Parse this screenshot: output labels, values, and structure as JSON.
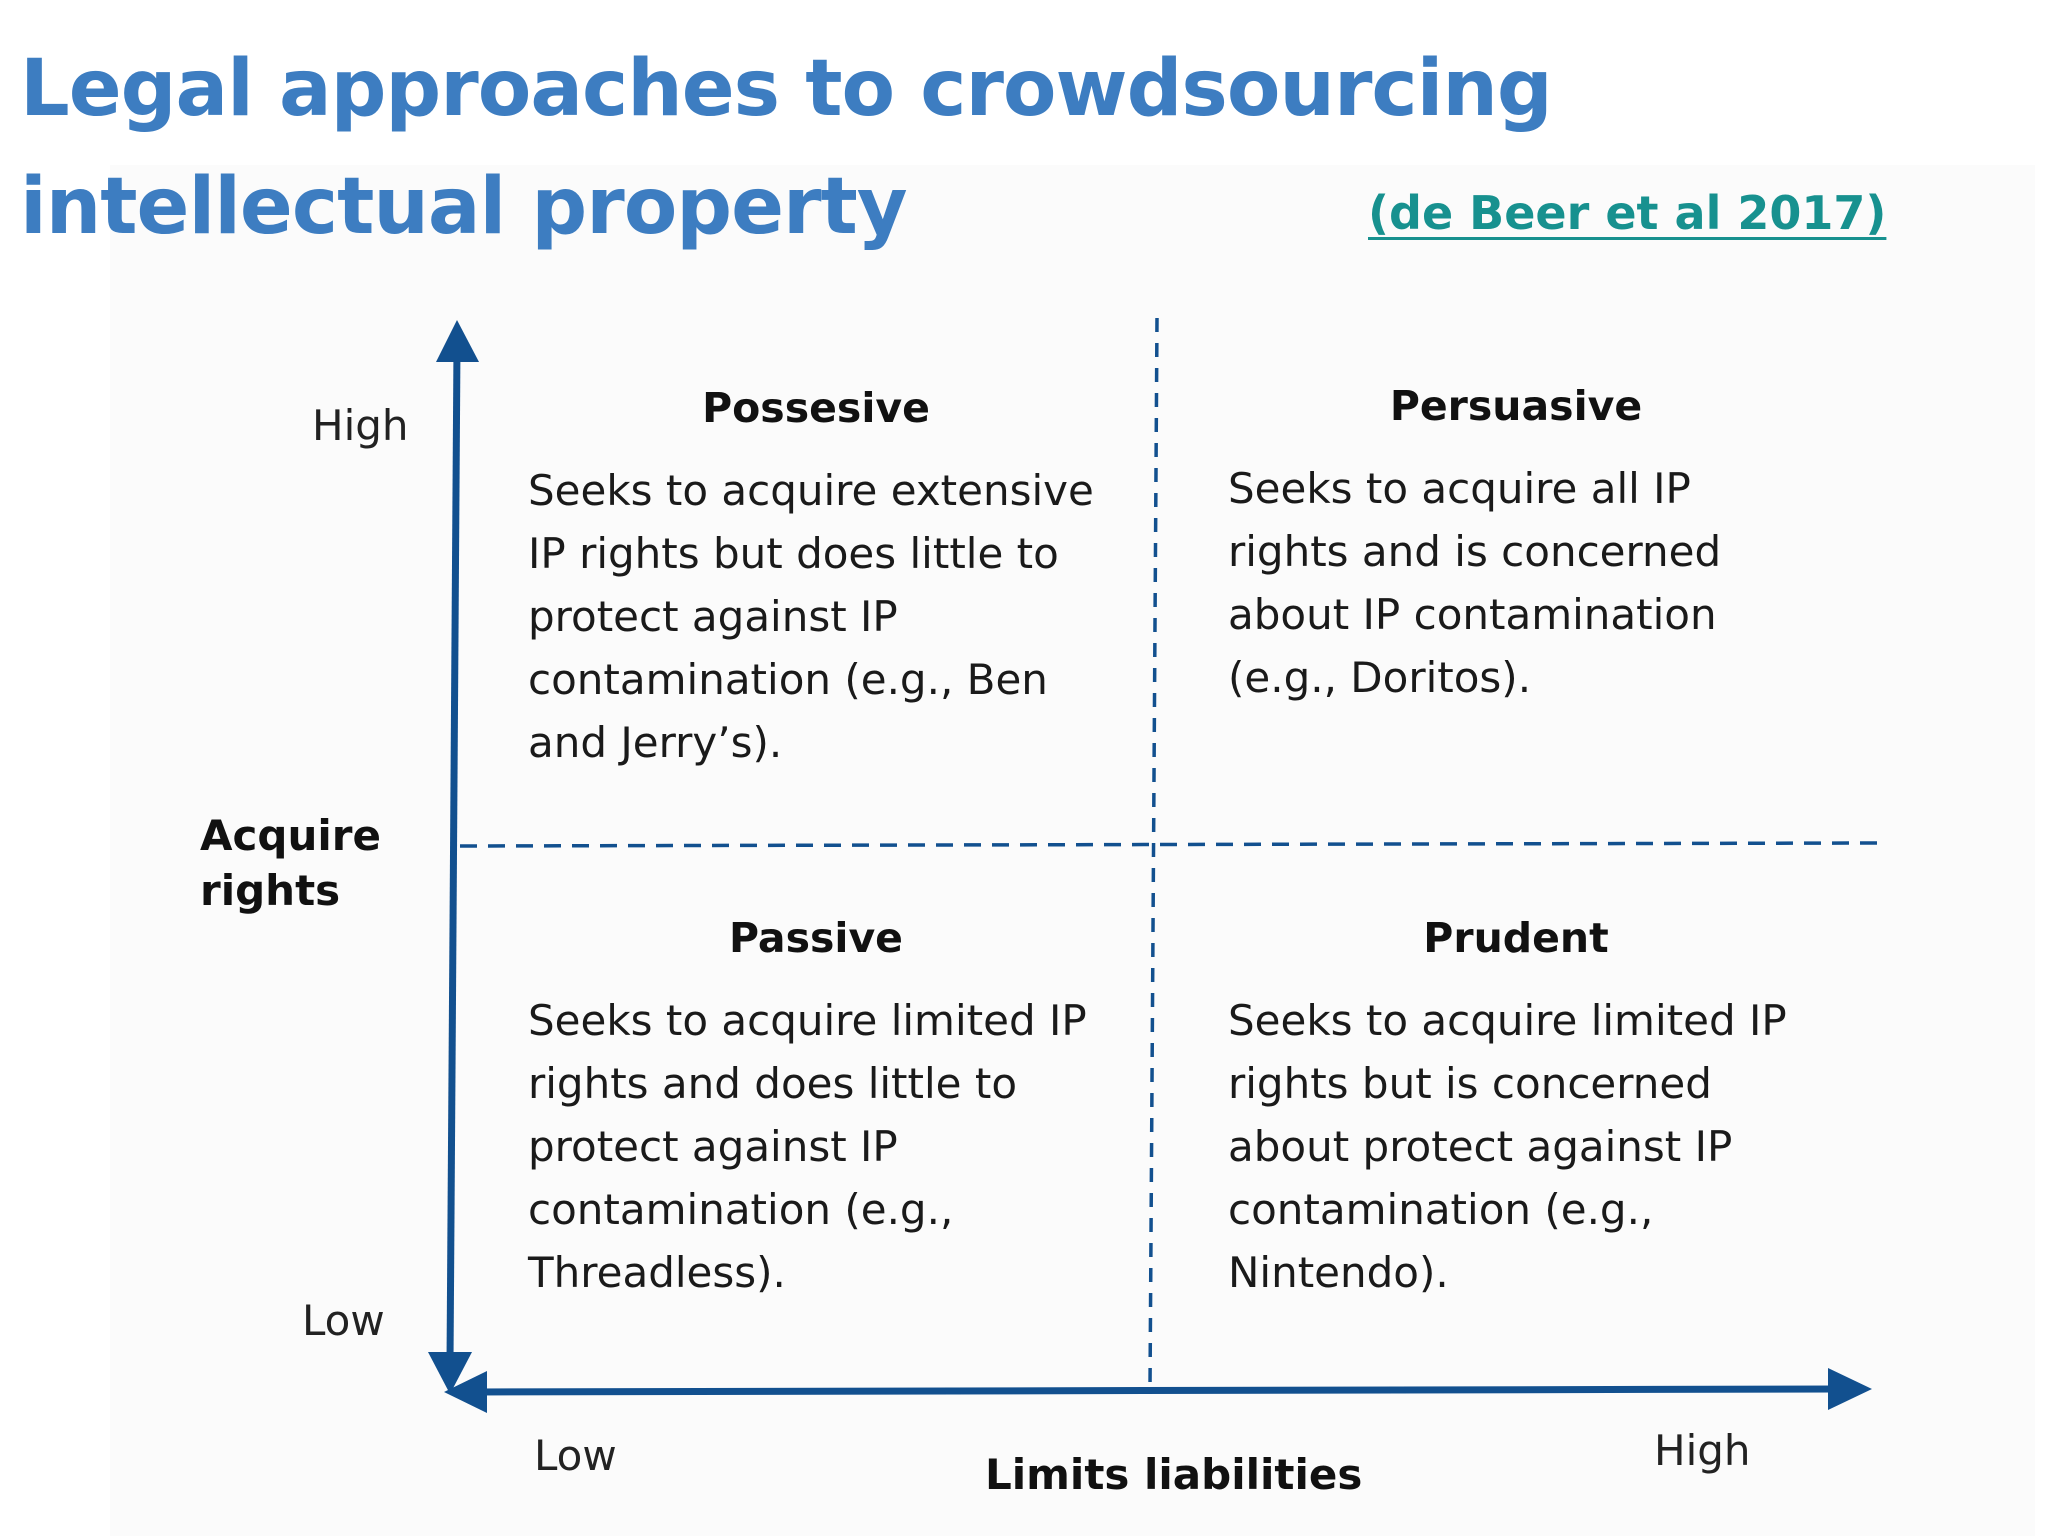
{
  "title": {
    "line1": "Legal approaches to crowdsourcing",
    "line2": "intellectual property",
    "citation": "(de Beer et al 2017)"
  },
  "y_axis": {
    "label_line1": "Acquire",
    "label_line2": "rights",
    "high": "High",
    "low": "Low"
  },
  "x_axis": {
    "label": "Limits liabilities",
    "low": "Low",
    "high": "High"
  },
  "quadrants": {
    "top_left": {
      "title": "Possesive",
      "text": "Seeks to acquire extensive IP rights but does little to protect against IP contamination (e.g., Ben and Jerry’s)."
    },
    "top_right": {
      "title": "Persuasive",
      "text": "Seeks to acquire all IP rights and is concerned about IP contamination (e.g., Doritos)."
    },
    "bottom_left": {
      "title": "Passive",
      "text": "Seeks to acquire limited IP rights and does little to protect against IP contamination (e.g., Threadless)."
    },
    "bottom_right": {
      "title": "Prudent",
      "text": "Seeks to acquire limited IP rights but is concerned about protect against IP contamination (e.g., Nintendo)."
    }
  },
  "colors": {
    "title": "#3d7dc1",
    "citation": "#17918f",
    "axis": "#12508f"
  }
}
